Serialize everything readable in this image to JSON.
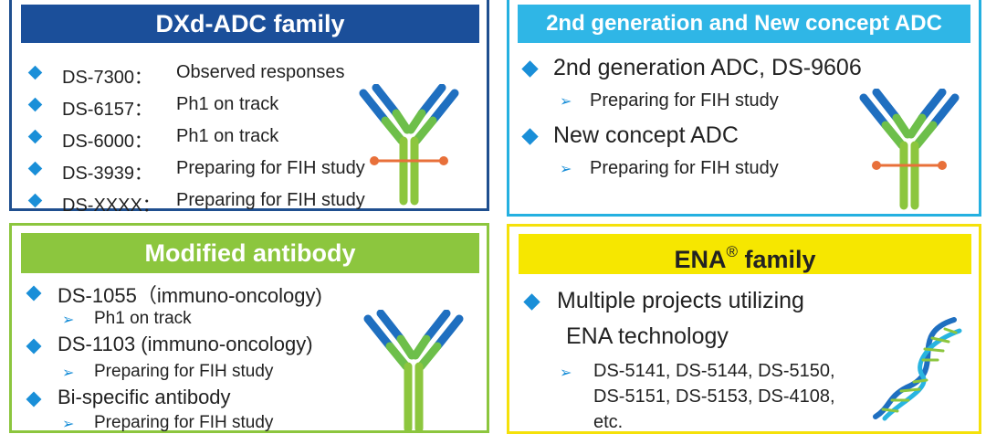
{
  "dxd": {
    "title": "DXd-ADC family",
    "items": [
      {
        "code": "DS-7300：",
        "status": "Observed responses"
      },
      {
        "code": "DS-6157：",
        "status": "Ph1 on track"
      },
      {
        "code": "DS-6000：",
        "status": "Ph1 on track"
      },
      {
        "code": "DS-3939：",
        "status": "Preparing for FIH study"
      },
      {
        "code": "DS-XXXX：",
        "status": "Preparing for FIH study"
      }
    ]
  },
  "gen": {
    "title": "2nd generation and New concept ADC",
    "items": [
      {
        "label": "2nd generation ADC, DS-9606",
        "sub": "Preparing for FIH study"
      },
      {
        "label": "New concept ADC",
        "sub": "Preparing for FIH study"
      }
    ]
  },
  "mod": {
    "title": "Modified antibody",
    "items": [
      {
        "label": "DS-1055（immuno-oncology)",
        "sub": "Ph1 on track"
      },
      {
        "label": "DS-1103 (immuno-oncology)",
        "sub": "Preparing for FIH study"
      },
      {
        "label": "Bi-specific antibody",
        "sub": "Preparing for FIH study"
      }
    ]
  },
  "ena": {
    "title": "ENA",
    "title_sup": "®",
    "title_suffix": " family",
    "item_line1": "Multiple projects utilizing",
    "item_line2": "ENA technology",
    "sub_line1": "DS-5141, DS-5144, DS-5150,",
    "sub_line2": "DS-5151, DS-5153, DS-4108,",
    "sub_line3": "etc."
  },
  "colors": {
    "navy": "#1b4f9a",
    "cyan": "#2fb6e6",
    "green": "#8cc63e",
    "yellow": "#f6e700",
    "bullet": "#1a8fd8"
  }
}
